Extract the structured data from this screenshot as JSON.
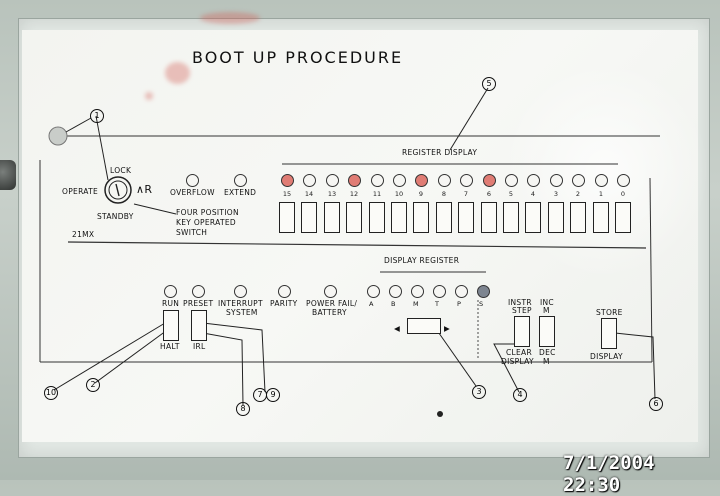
{
  "title": "BOOT UP PROCEDURE",
  "timestamp": "7/1/2004 22:30",
  "key_switch": {
    "lock": "LOCK",
    "operate": "OPERATE",
    "standby": "STANDBY",
    "symbol": "∧R",
    "note_1": "FOUR POSITION",
    "note_2": "KEY OPERATED",
    "note_3": "SWITCH"
  },
  "indicators": {
    "overflow": "OVERFLOW",
    "extend": "EXTEND"
  },
  "model": "21MX",
  "register_display": {
    "label": "REGISTER DISPLAY",
    "bits": [
      {
        "num": "15",
        "lit": true
      },
      {
        "num": "14",
        "lit": false
      },
      {
        "num": "13",
        "lit": false
      },
      {
        "num": "12",
        "lit": true
      },
      {
        "num": "11",
        "lit": false
      },
      {
        "num": "10",
        "lit": false
      },
      {
        "num": "9",
        "lit": true
      },
      {
        "num": "8",
        "lit": false
      },
      {
        "num": "7",
        "lit": false
      },
      {
        "num": "6",
        "lit": true
      },
      {
        "num": "5",
        "lit": false
      },
      {
        "num": "4",
        "lit": false
      },
      {
        "num": "3",
        "lit": false
      },
      {
        "num": "2",
        "lit": false
      },
      {
        "num": "1",
        "lit": false
      },
      {
        "num": "0",
        "lit": false
      }
    ]
  },
  "display_register": {
    "label": "DISPLAY REGISTER",
    "letters": [
      "A",
      "B",
      "M",
      "T",
      "P",
      "S"
    ]
  },
  "bottom_lamps": {
    "run": "RUN",
    "preset": "PRESET",
    "interrupt_1": "INTERRUPT",
    "interrupt_2": "SYSTEM",
    "parity": "PARITY",
    "power_1": "POWER FAIL/",
    "power_2": "BATTERY"
  },
  "switch_labels": {
    "halt": "HALT",
    "irl": "IRL",
    "instr_1": "INSTR",
    "instr_2": "STEP",
    "clear_1": "CLEAR",
    "clear_2": "DISPLAY",
    "inc_1": "INC",
    "inc_2": "M",
    "dec_1": "DEC",
    "dec_2": "M",
    "store": "STORE",
    "display": "DISPLAY"
  },
  "arrows": {
    "left": "◀",
    "right": "▶"
  },
  "callouts": [
    "1",
    "2",
    "3",
    "4",
    "5",
    "6",
    "7",
    "8",
    "9",
    "10"
  ]
}
